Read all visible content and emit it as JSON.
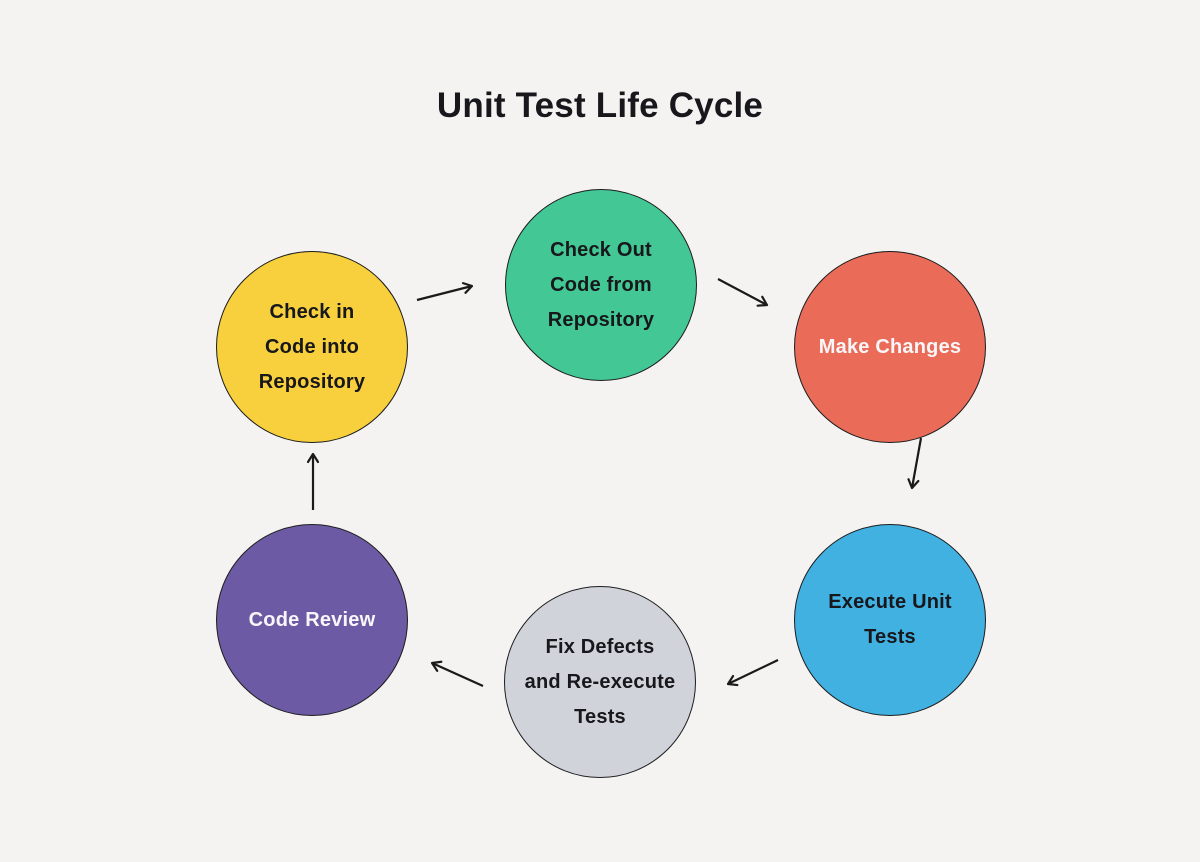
{
  "page": {
    "background": "#f4f3f1",
    "title": "Unit Test Life Cycle",
    "title_color": "#17171c"
  },
  "diagram": {
    "type": "cycle",
    "arrow_color": "#1a1a1a",
    "nodes": [
      {
        "id": "check-out-code",
        "label": "Check Out\nCode from\nRepository",
        "color": "#42c795",
        "text_color": "#17171c"
      },
      {
        "id": "make-changes",
        "label": "Make Changes",
        "color": "#ea6c58",
        "text_color": "#f8f6f9"
      },
      {
        "id": "execute-unit-tests",
        "label": "Execute Unit\nTests",
        "color": "#41b1e1",
        "text_color": "#17171c"
      },
      {
        "id": "fix-defects",
        "label": "Fix Defects\nand Re-execute\nTests",
        "color": "#d0d4da",
        "text_color": "#17171c"
      },
      {
        "id": "code-review",
        "label": "Code Review",
        "color": "#6c5ba4",
        "text_color": "#f8f6f9"
      },
      {
        "id": "check-in-code",
        "label": "Check in\nCode into\nRepository",
        "color": "#f8d03e",
        "text_color": "#17171c"
      }
    ],
    "edges": [
      {
        "from": "check-in-code",
        "to": "check-out-code"
      },
      {
        "from": "check-out-code",
        "to": "make-changes"
      },
      {
        "from": "make-changes",
        "to": "execute-unit-tests"
      },
      {
        "from": "execute-unit-tests",
        "to": "fix-defects"
      },
      {
        "from": "fix-defects",
        "to": "code-review"
      },
      {
        "from": "code-review",
        "to": "check-in-code"
      }
    ]
  }
}
